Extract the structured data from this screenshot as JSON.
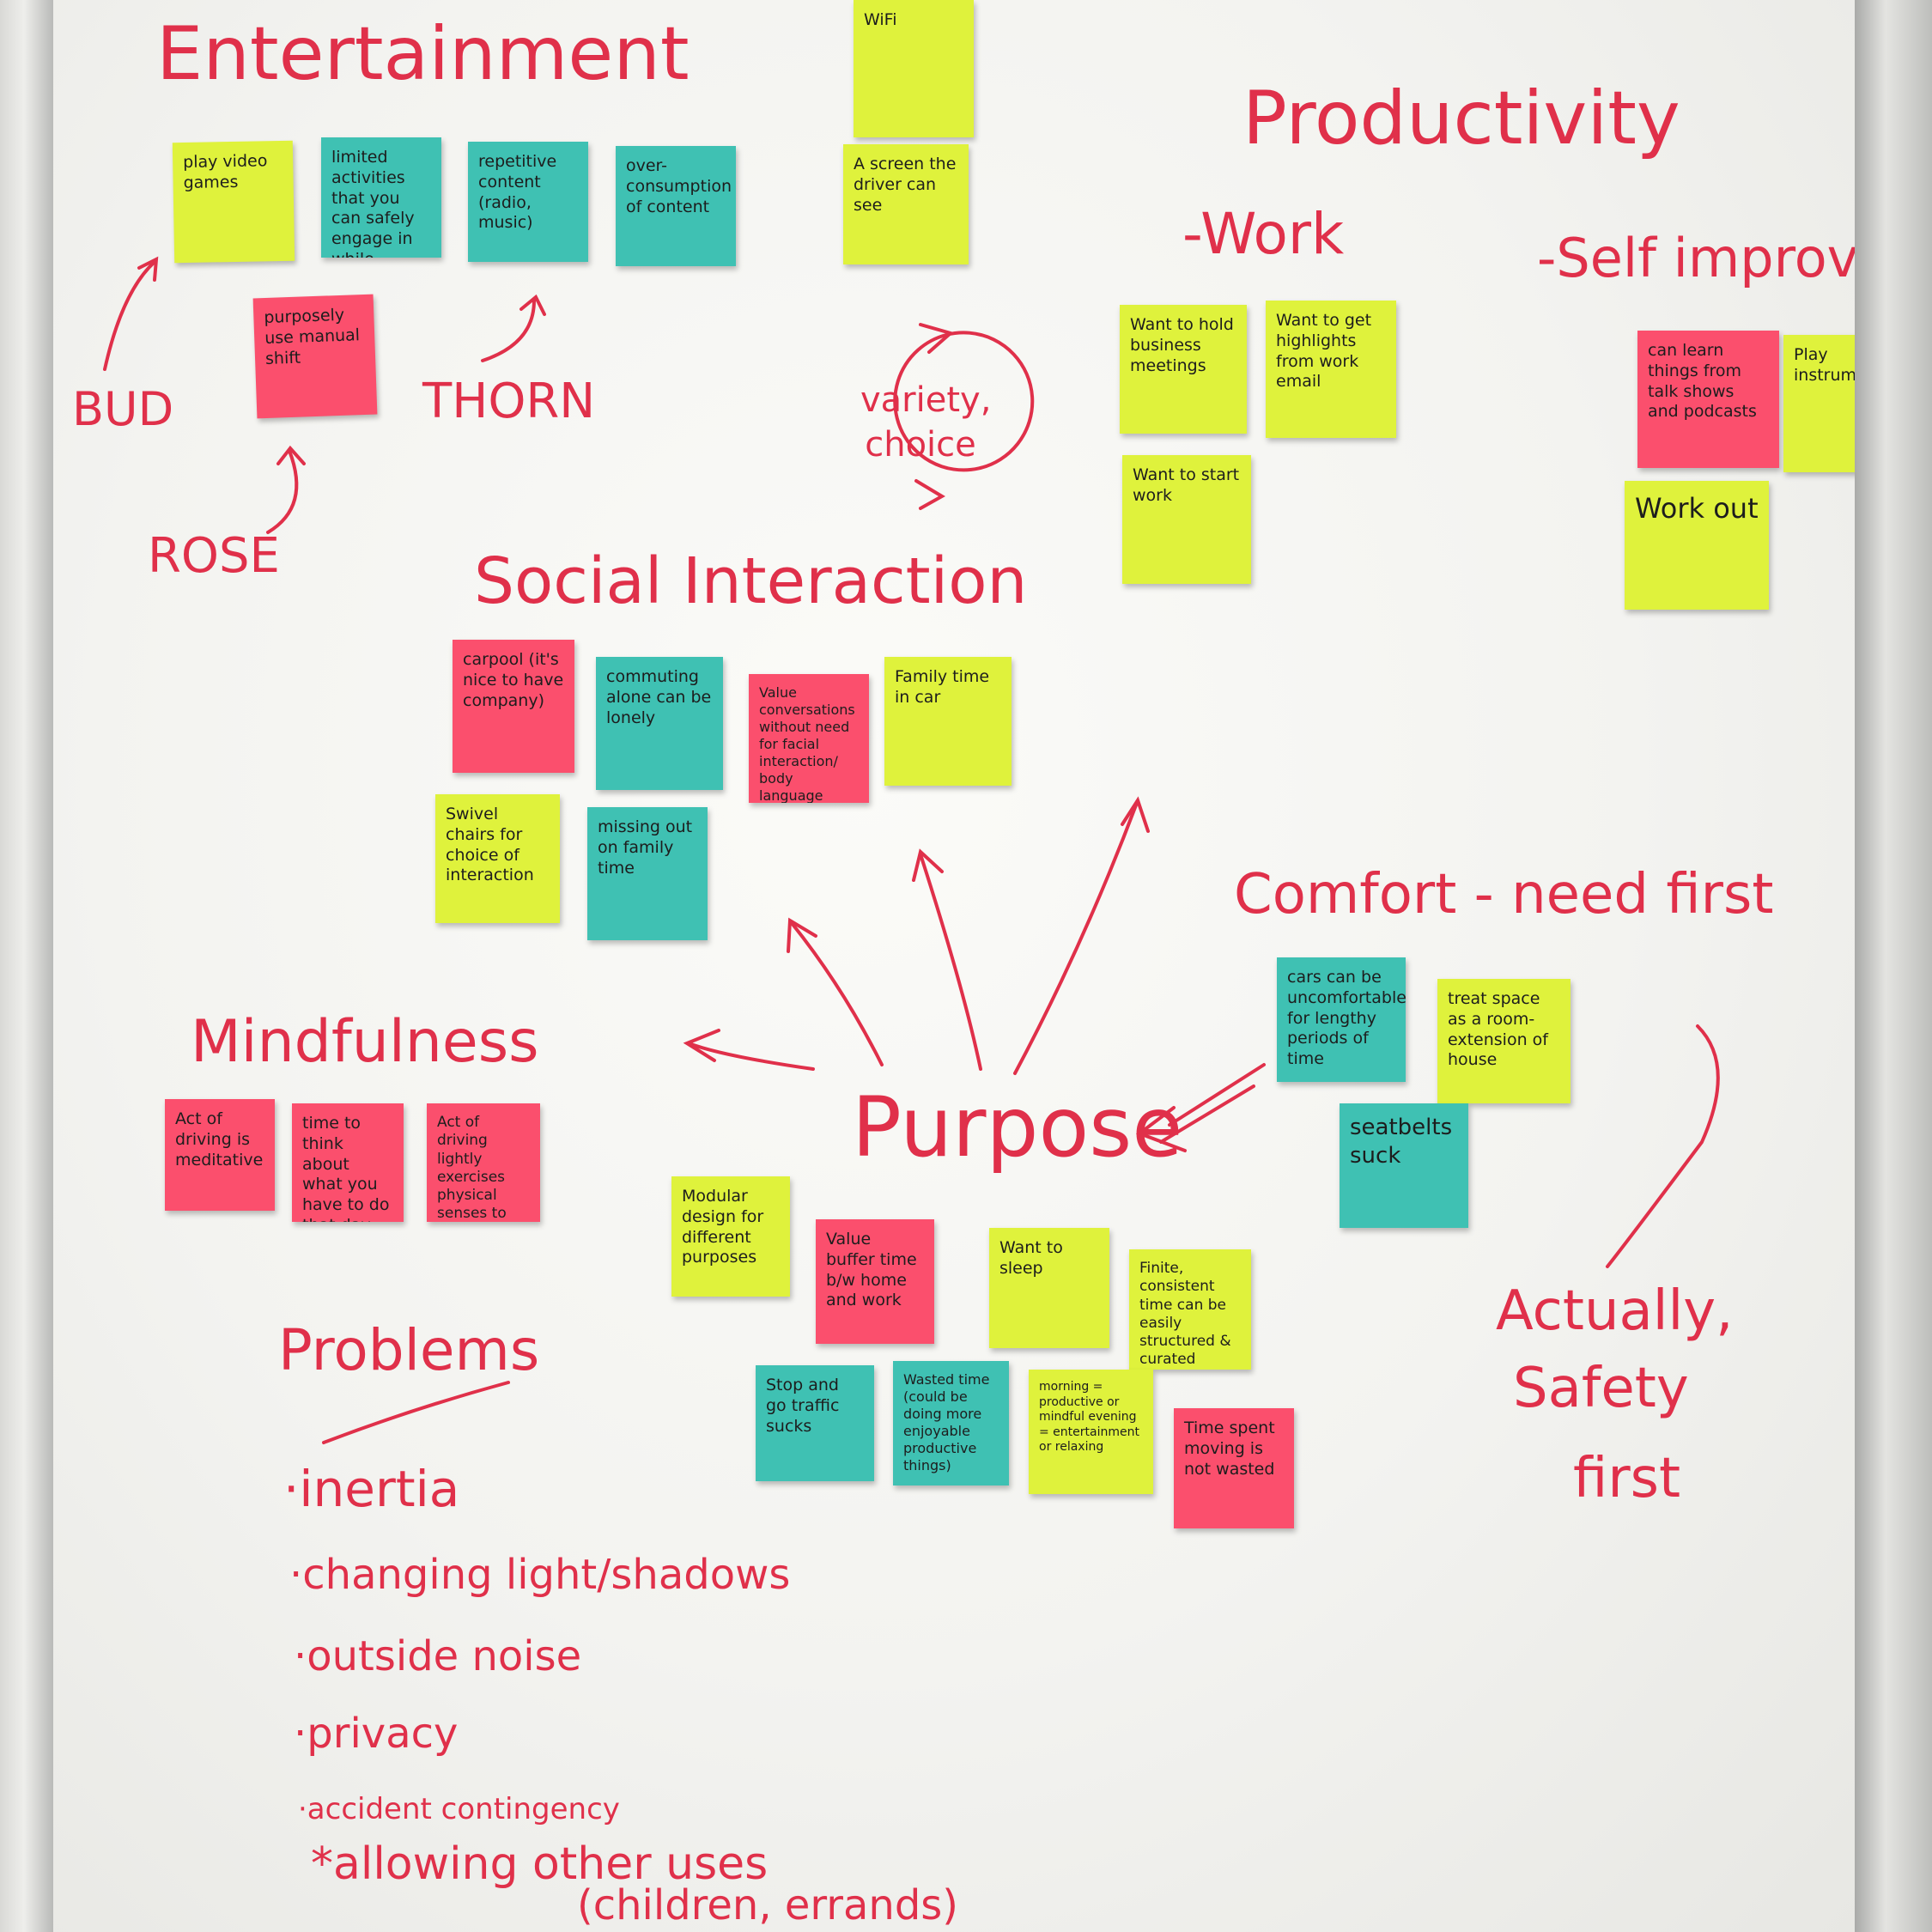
{
  "headings": {
    "entertainment": "Entertainment",
    "productivity": "Productivity",
    "work": "-Work",
    "self_improvement": "-Self improveme",
    "social_interaction": "Social Interaction",
    "comfort": "Comfort - need first",
    "mindfulness": "Mindfulness",
    "purpose": "Purpose",
    "problems": "Problems",
    "actually": "Actually,",
    "safety": "Safety",
    "first": "first"
  },
  "labels": {
    "bud": "BUD",
    "thorn": "THORN",
    "rose": "ROSE",
    "variety_choice": "variety, choice"
  },
  "problems": [
    "·inertia",
    "·changing light/shadows",
    "·outside noise",
    "·privacy",
    "·accident contingency",
    "*allowing other uses",
    "(children, errands)"
  ],
  "notes": {
    "entertainment": [
      {
        "text": "play video games",
        "color": "yellow"
      },
      {
        "text": "limited activities that you can safely engage in while driving",
        "color": "teal"
      },
      {
        "text": "repetitive content (radio, music)",
        "color": "teal"
      },
      {
        "text": "over-consumption of content",
        "color": "teal"
      },
      {
        "text": "purposely use manual shift",
        "color": "pink"
      }
    ],
    "wifi": [
      {
        "text": "WiFi",
        "color": "yellow"
      },
      {
        "text": "A screen the driver can see",
        "color": "yellow"
      }
    ],
    "work": [
      {
        "text": "Want to hold business meetings",
        "color": "yellow"
      },
      {
        "text": "Want to get highlights from work email",
        "color": "yellow"
      },
      {
        "text": "Want to start work",
        "color": "yellow"
      }
    ],
    "self_improvement": [
      {
        "text": "can learn things from talk shows and podcasts",
        "color": "pink"
      },
      {
        "text": "Play instruments",
        "color": "yellow"
      },
      {
        "text": "Work out",
        "color": "yellow"
      }
    ],
    "social": [
      {
        "text": "carpool (it's nice to have company)",
        "color": "pink"
      },
      {
        "text": "commuting alone can be lonely",
        "color": "teal"
      },
      {
        "text": "Value conversations without need for facial interaction/ body language",
        "color": "pink"
      },
      {
        "text": "Family time in car",
        "color": "yellow"
      },
      {
        "text": "Swivel chairs for choice of interaction",
        "color": "yellow"
      },
      {
        "text": "missing out on family time",
        "color": "teal"
      }
    ],
    "comfort": [
      {
        "text": "cars can be uncomfortable for lengthy periods of time",
        "color": "teal"
      },
      {
        "text": "treat space as a room-extension of house",
        "color": "yellow"
      },
      {
        "text": "seatbelts suck",
        "color": "teal"
      }
    ],
    "mindfulness": [
      {
        "text": "Act of driving is meditative",
        "color": "pink"
      },
      {
        "text": "time to think about what you have to do that day",
        "color": "pink"
      },
      {
        "text": "Act of driving lightly exercises physical senses to release the mind",
        "color": "pink"
      }
    ],
    "purpose": [
      {
        "text": "Modular design for different purposes",
        "color": "yellow"
      },
      {
        "text": "Value buffer time b/w home and work",
        "color": "pink"
      },
      {
        "text": "Want to sleep",
        "color": "yellow"
      },
      {
        "text": "Finite, consistent time can be easily structured & curated",
        "color": "yellow"
      },
      {
        "text": "Stop and go traffic sucks",
        "color": "teal"
      },
      {
        "text": "Wasted time (could be doing more enjoyable productive things)",
        "color": "teal"
      },
      {
        "text": "morning = productive or mindful evening = entertainment or relaxing",
        "color": "yellow"
      },
      {
        "text": "Time spent moving is not wasted",
        "color": "pink"
      }
    ]
  },
  "colors": {
    "marker_red": "#e0304a",
    "note_yellow": "#dff23c",
    "note_teal": "#3fc1b3",
    "note_pink": "#fb4f6d",
    "board_white": "#f5f5f2"
  }
}
